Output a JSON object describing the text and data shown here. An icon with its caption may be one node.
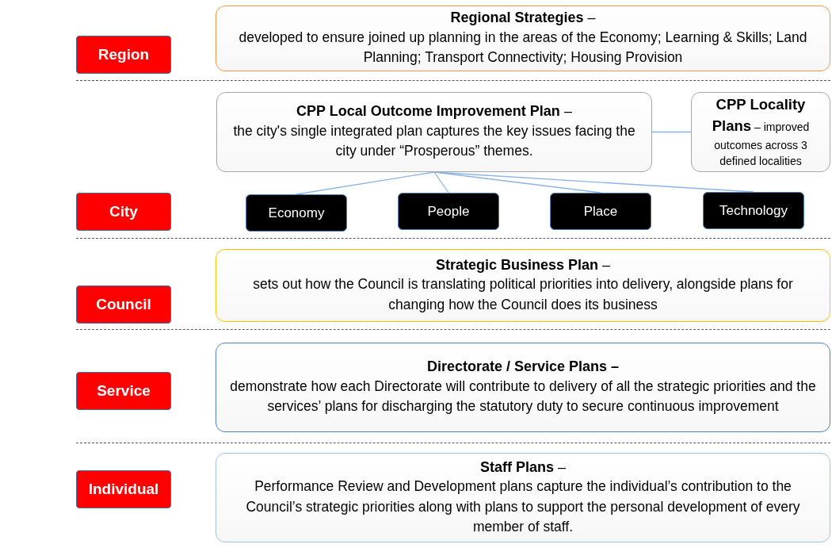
{
  "diagram": {
    "nodes": [
      {
        "text": [
          "Region"
        ]
      },
      {
        "text": [
          "**Regional Strategies** –",
          "developed to ensure joined up planning in the areas of the Economy; Learning & Skills; Land Planning; Transport Connectivity; Housing Provision"
        ]
      },
      {
        "text": [
          "City"
        ]
      },
      {
        "text": [
          "**CPP Local Outcome Improvement Plan** –",
          "the city's single integrated plan captures the key issues facing the city under “Prosperous” themes."
        ]
      },
      {
        "text": [
          "**CPP Locality Plans** – improved outcomes across 3 defined localities"
        ]
      },
      {
        "text": [
          "Economy"
        ]
      },
      {
        "text": [
          "People"
        ]
      },
      {
        "text": [
          "Place"
        ]
      },
      {
        "text": [
          "Technology"
        ]
      },
      {
        "text": [
          "Council"
        ]
      },
      {
        "text": [
          "**Strategic Business Plan** –",
          "sets out how the Council is translating political priorities into delivery, alongside plans for changing how the Council does its business"
        ]
      },
      {
        "text": [
          "Service"
        ]
      },
      {
        "text": [
          "**Directorate / Service Plans –**",
          "demonstrate how each Directorate will contribute to delivery of all the strategic priorities and the services’ plans for discharging the statutory duty to secure continuous improvement"
        ]
      },
      {
        "text": [
          "Individual"
        ]
      },
      {
        "text": [
          "**Staff Plans** –",
          "Performance Review and Development plans capture the individual’s contribution to the Council’s strategic priorities along with plans to support the personal development of every member of staff."
        ]
      }
    ],
    "edges": [
      {
        "from": 3,
        "to": 4,
        "arrow": "none"
      },
      {
        "from": 3,
        "to": 5,
        "arrow": "none"
      },
      {
        "from": 3,
        "to": 6,
        "arrow": "none"
      },
      {
        "from": 3,
        "to": 7,
        "arrow": "none"
      },
      {
        "from": 3,
        "to": 8,
        "arrow": "none"
      }
    ]
  }
}
